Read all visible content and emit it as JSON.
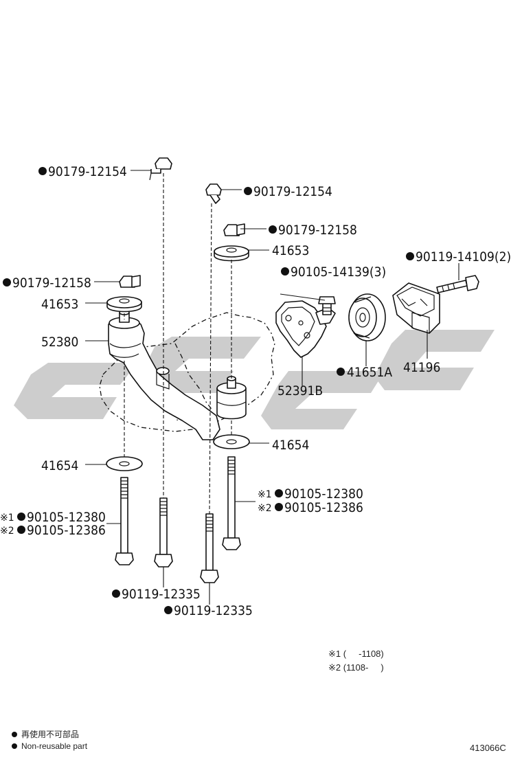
{
  "labels": {
    "bolt_top_left": "90179-12154",
    "bolt_top_center": "90179-12154",
    "nut_left": "90179-12158",
    "nut_center": "90179-12158",
    "washer_upper_left": "41653",
    "washer_upper_center": "41653",
    "bracket_left": "52380",
    "bracket_center": "52391B",
    "bushing": "41651A",
    "bracket_right": "41196",
    "bolt_right_long": "90119-14109(2)",
    "bolt_small": "90105-14139(3)",
    "washer_lower_left": "41654",
    "washer_lower_center": "41654",
    "bolt_left_1": "90105-12380",
    "bolt_left_2": "90105-12386",
    "bolt_center_1": "90105-12380",
    "bolt_center_2": "90105-12386",
    "bolt_bottom_1": "90119-12335",
    "bolt_bottom_2": "90119-12335"
  },
  "marks": {
    "note1": "※1",
    "note2": "※2"
  },
  "notes": {
    "note1": "※1 (     -1108)",
    "note2": "※2 (1108-     )"
  },
  "legend": {
    "line1": "再使用不可部品",
    "line2": "Non-reusable part"
  },
  "diagram_code": "413066C",
  "colors": {
    "line": "#111111",
    "watermark": "#c8c8c8"
  }
}
